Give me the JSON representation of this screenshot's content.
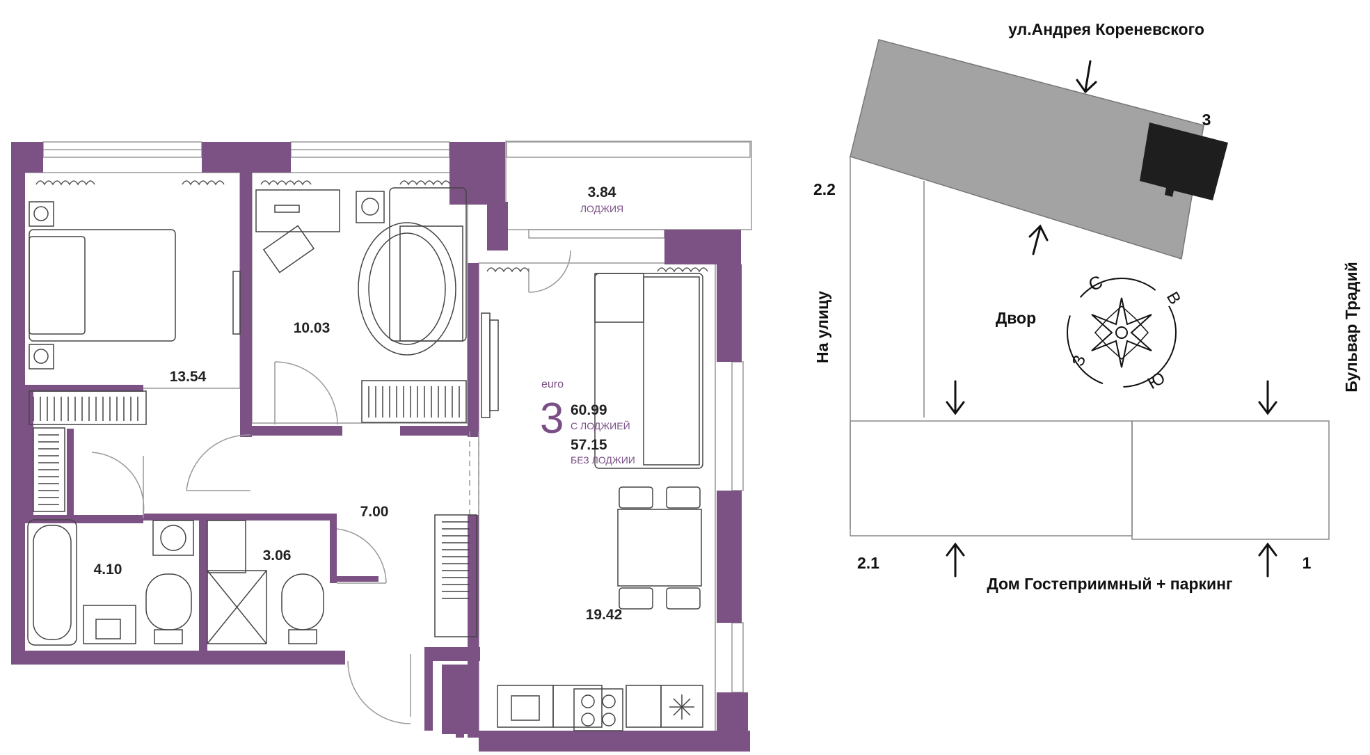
{
  "plan": {
    "rooms": [
      {
        "area": "3.84",
        "label": "ЛОДЖИЯ"
      },
      {
        "area": "10.03"
      },
      {
        "area": "13.54"
      },
      {
        "area": "7.00"
      },
      {
        "area": "3.06"
      },
      {
        "area": "4.10"
      },
      {
        "area": "19.42"
      }
    ],
    "summary": {
      "type_label": "euro",
      "rooms_count": "3",
      "area_total": "60.99",
      "area_total_label": "С ЛОДЖИЕЙ",
      "area_net": "57.15",
      "area_net_label": "БЕЗ ЛОДЖИИ"
    }
  },
  "site": {
    "street_top": "ул.Андрея Кореневского",
    "street_bottom": "Дом Гостеприимный + паркинг",
    "street_left": "На улицу",
    "street_right": "Бульвар Традий",
    "yard": "Двор",
    "compass": {
      "n": "С",
      "e": "В",
      "s": "Ю",
      "w": "З"
    },
    "buildings": {
      "b3": "3",
      "b22": "2.2",
      "b21": "2.1",
      "b1": "1"
    }
  },
  "colors": {
    "wall": "#7b5283",
    "accent_text": "#7a4f86",
    "building": "#a3a3a3",
    "building_selected": "#1e1e1e"
  }
}
